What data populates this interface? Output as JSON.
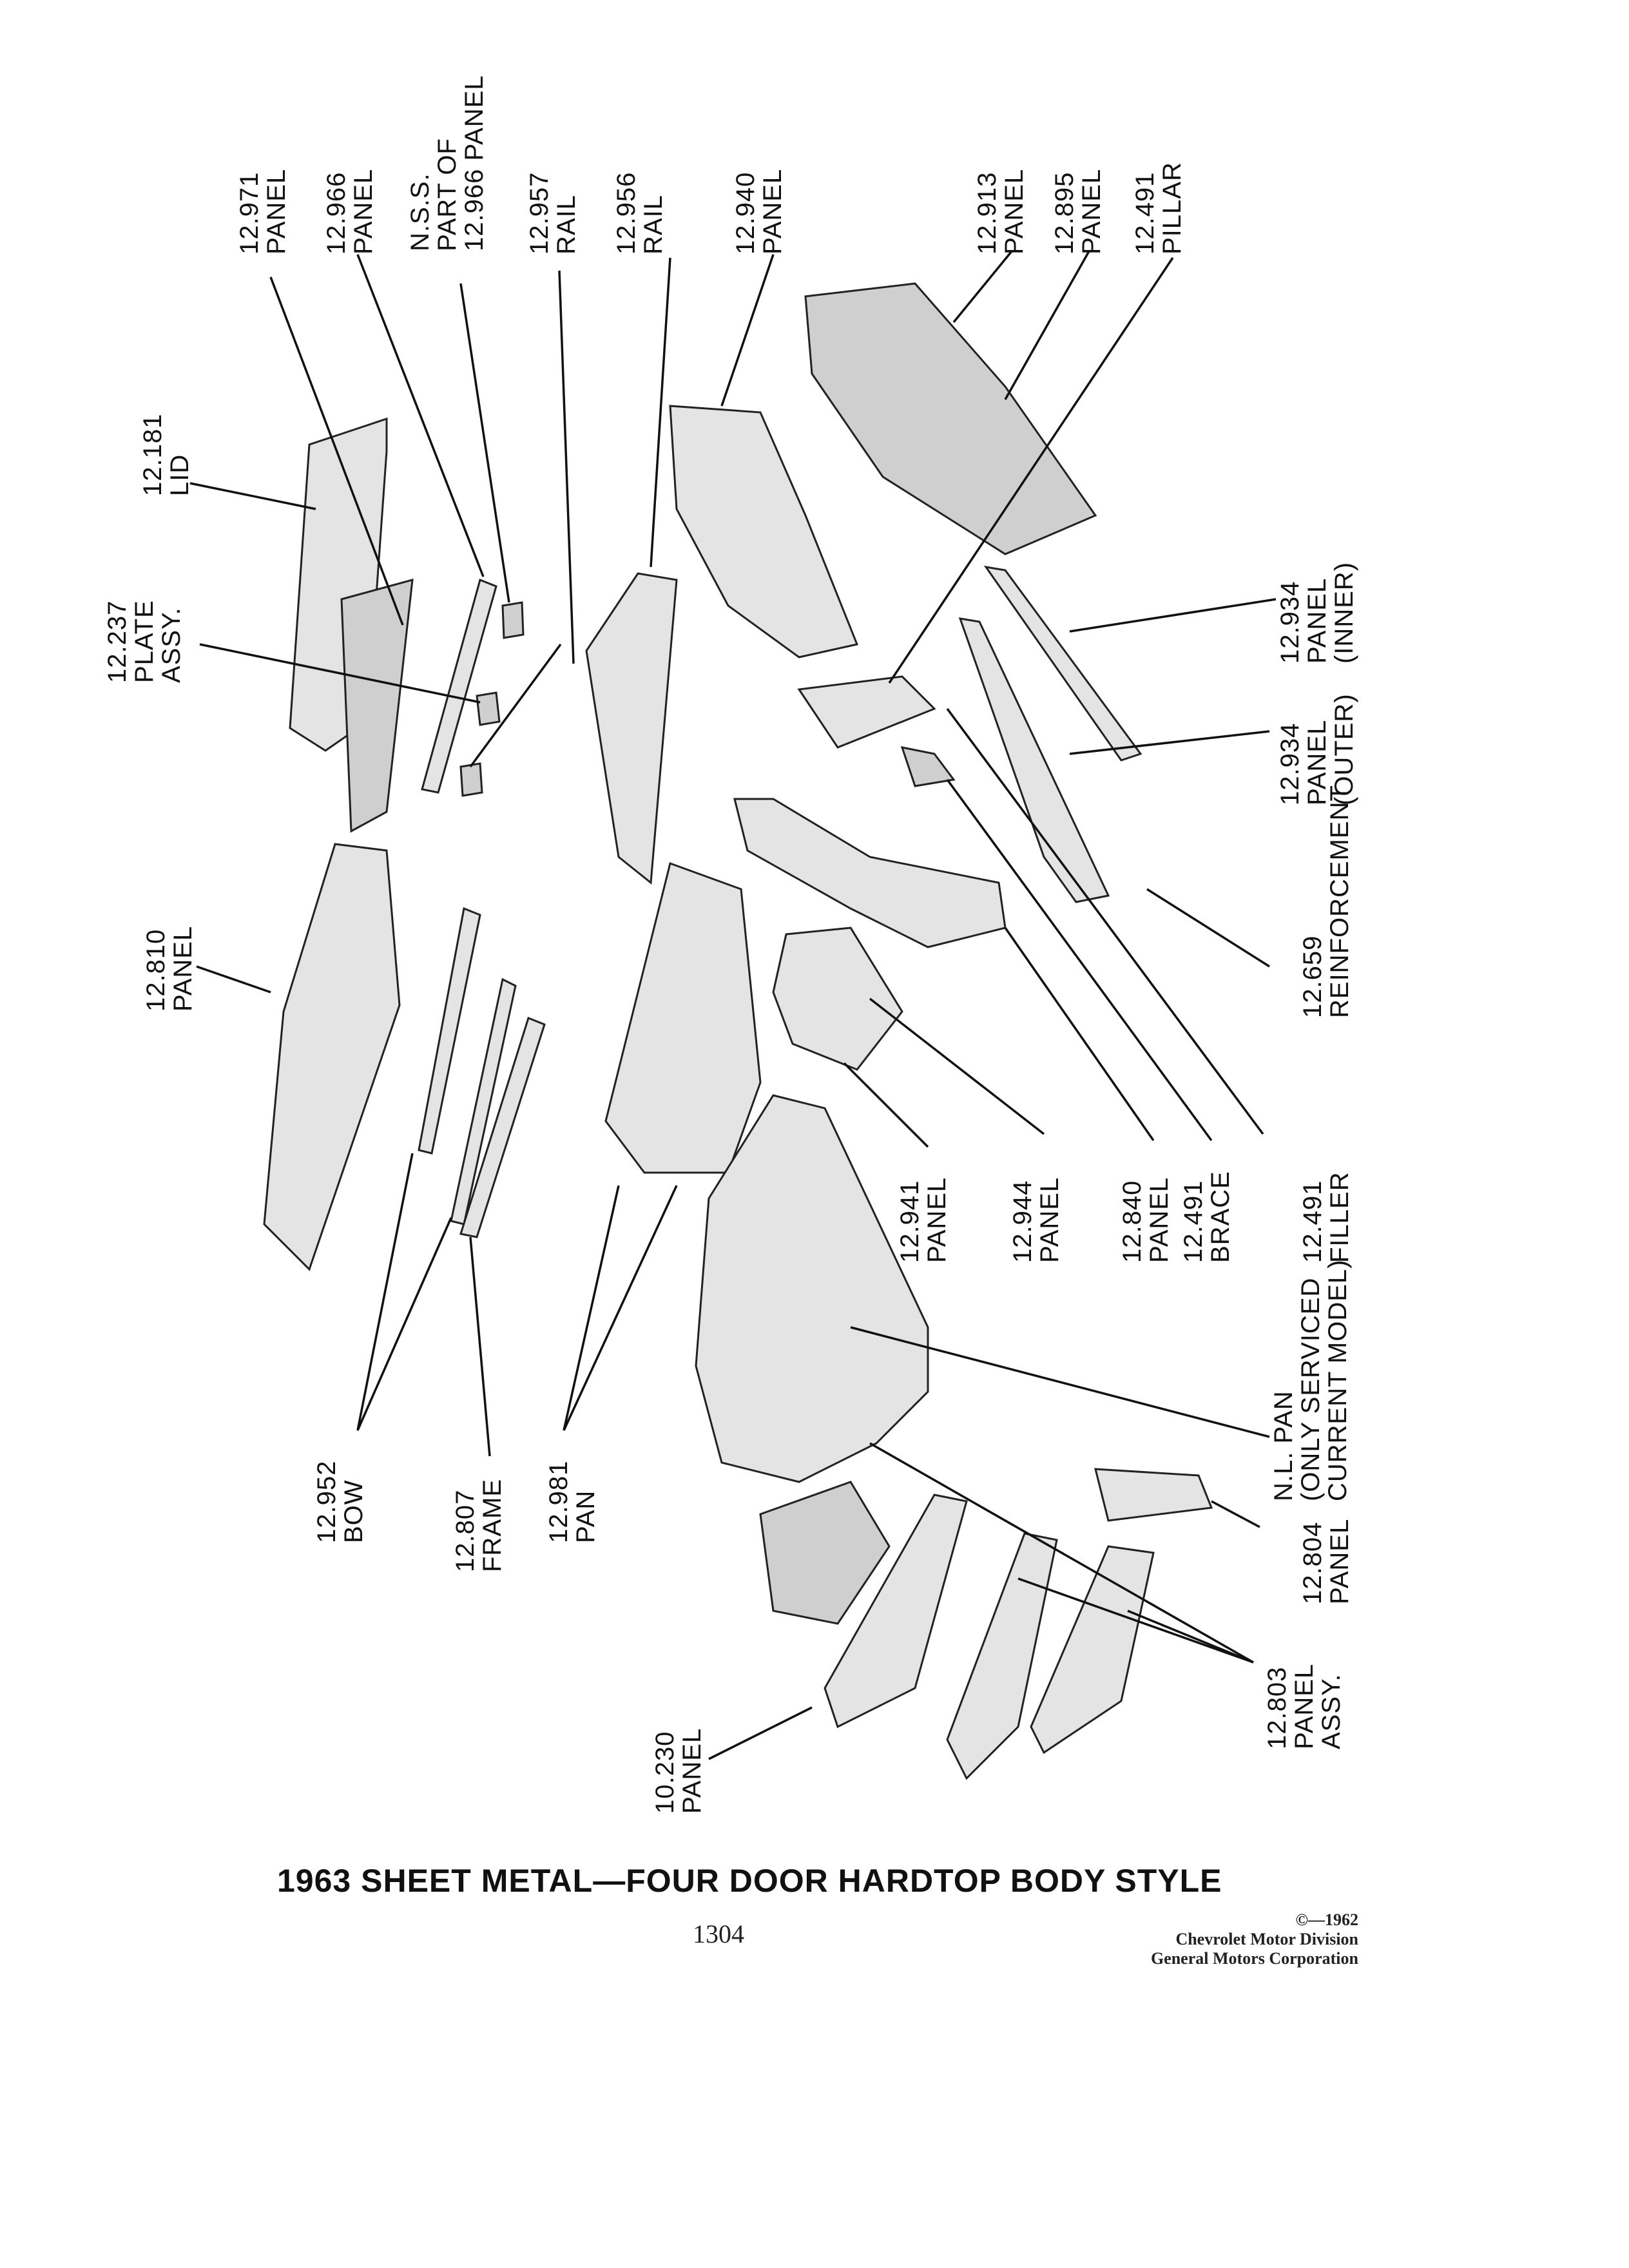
{
  "labels": {
    "p12971": [
      "12.971",
      "PANEL"
    ],
    "p12966": [
      "12.966",
      "PANEL"
    ],
    "nss": [
      "N.S.S.",
      "PART OF",
      "12.966 PANEL"
    ],
    "p12957": [
      "12.957",
      "RAIL"
    ],
    "p12956": [
      "12.956",
      "RAIL"
    ],
    "p12940": [
      "12.940",
      "PANEL"
    ],
    "p12913": [
      "12.913",
      "PANEL"
    ],
    "p12895": [
      "12.895",
      "PANEL"
    ],
    "p12491pillar": [
      "12.491",
      "PILLAR"
    ],
    "p12181": [
      "12.181",
      "LID"
    ],
    "p12237": [
      "12.237",
      "PLATE",
      "ASSY."
    ],
    "p12934inner": [
      "12.934",
      "PANEL",
      "(INNER)"
    ],
    "p12934outer": [
      "12.934",
      "PANEL",
      "(OUTER)"
    ],
    "p12659": [
      "12.659",
      "REINFORCEMENT"
    ],
    "p12810": [
      "12.810",
      "PANEL"
    ],
    "p12941": [
      "12.941",
      "PANEL"
    ],
    "p12944": [
      "12.944",
      "PANEL"
    ],
    "p12840": [
      "12.840",
      "PANEL"
    ],
    "p12491brace": [
      "12.491",
      "BRACE"
    ],
    "p12491filler": [
      "12.491",
      "FILLER"
    ],
    "nlpan": [
      "N.L. PAN",
      "(ONLY SERVICED",
      "CURRENT MODEL)"
    ],
    "p12952": [
      "12.952",
      "BOW"
    ],
    "p12807": [
      "12.807",
      "FRAME"
    ],
    "p12981": [
      "12.981",
      "PAN"
    ],
    "p12804": [
      "12.804",
      "PANEL"
    ],
    "p12803": [
      "12.803",
      "PANEL",
      "ASSY."
    ],
    "p10230": [
      "10.230",
      "PANEL"
    ]
  },
  "caption": "1963 SHEET METAL—FOUR DOOR HARDTOP BODY STYLE",
  "page_number": "1304",
  "credit": {
    "line1": "©—1962",
    "line2": "Chevrolet Motor Division",
    "line3": "General Motors Corporation"
  }
}
